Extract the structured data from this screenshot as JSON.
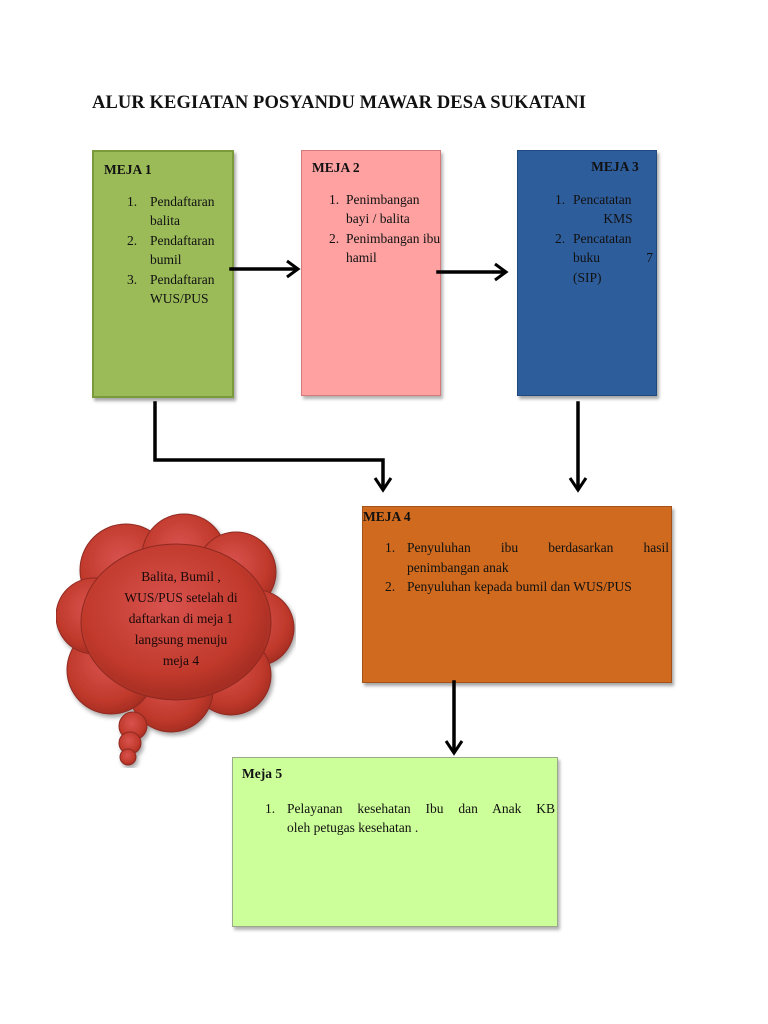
{
  "title": "ALUR KEGIATAN POSYANDU MAWAR DESA SUKATANI",
  "meja1": {
    "heading": "MEJA 1",
    "items": [
      "Pendaftaran balita",
      "Pendaftaran bumil",
      "Pendaftaran WUS/PUS"
    ]
  },
  "meja2": {
    "heading": "MEJA 2",
    "items": [
      "Penimbangan bayi / balita",
      "Penimbangan ibu hamil"
    ]
  },
  "meja3": {
    "heading": "MEJA 3",
    "item1_line1": "Pencatatan",
    "item1_line2": "KMS",
    "item2_line1": "Pencatatan",
    "item2_line2": "buku 7",
    "item2_line3": "(SIP)"
  },
  "meja4": {
    "heading": "MEJA 4",
    "item1_line1": "Penyuluhan ibu berdasarkan hasil",
    "item1_line2": "penimbangan anak",
    "item2": "Penyuluhan kepada bumil dan WUS/PUS"
  },
  "meja5": {
    "heading": "Meja 5",
    "item1_line1": "Pelayanan kesehatan Ibu dan Anak KB",
    "item1_line2": "oleh petugas kesehatan ."
  },
  "callout": {
    "lines": [
      "Balita, Bumil ,",
      "WUS/PUS setelah di",
      "daftarkan di meja 1",
      "langsung menuju",
      "meja 4"
    ]
  },
  "colors": {
    "meja1": "#9bbb59",
    "meja2": "#ffa1a1",
    "meja3": "#2e5d9c",
    "meja4": "#cf6a1e",
    "meja5": "#ccff99",
    "callout": "#c0392b",
    "arrow": "#000000"
  }
}
